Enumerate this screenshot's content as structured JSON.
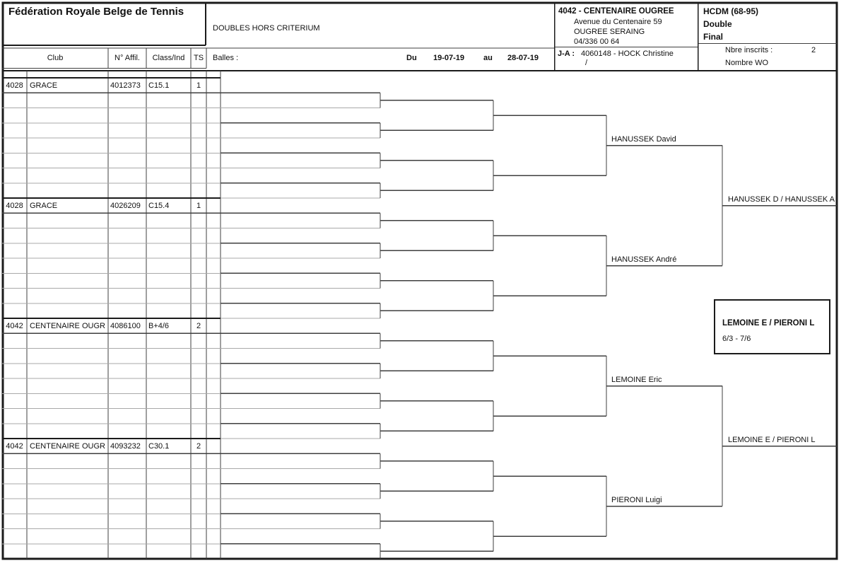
{
  "header": {
    "federation_title": "Fédération Royale Belge de Tennis",
    "event_title": "DOUBLES HORS CRITERIUM",
    "balles_label": "Balles :",
    "du_label": "Du",
    "date_from": "19-07-19",
    "au_label": "au",
    "date_to": "28-07-19",
    "club": {
      "code_name": "4042 - CENTENAIRE OUGREE",
      "address_line1": "Avenue du Centenaire 59",
      "address_line2": "OUGREE SERAING",
      "phone": "04/336 00 64",
      "ja_label": "J-A :",
      "ja_value": "4060148 - HOCK Christine",
      "ja_value_line2": "/"
    },
    "category": {
      "title": "HCDM (68-95)",
      "type": "Double",
      "round": "Final",
      "inscrits_label": "Nbre inscrits :",
      "inscrits_value": "2",
      "wo_label": "Nombre WO"
    }
  },
  "table": {
    "columns": [
      "Club",
      "N° Affil.",
      "Class/Ind",
      "TS"
    ]
  },
  "entries": [
    {
      "club_no": "4028",
      "club": "GRACE",
      "affiliation": "4012373",
      "classement": "C15.1",
      "ts": "1"
    },
    {
      "club_no": "4028",
      "club": "GRACE",
      "affiliation": "4026209",
      "classement": "C15.4",
      "ts": "1"
    },
    {
      "club_no": "4042",
      "club": "CENTENAIRE OUGR",
      "affiliation": "4086100",
      "classement": "B+4/6",
      "ts": "2"
    },
    {
      "club_no": "4042",
      "club": "CENTENAIRE OUGR",
      "affiliation": "4093232",
      "classement": "C30.1",
      "ts": "2"
    }
  ],
  "bracket": {
    "round3_names": [
      "HANUSSEK David",
      "HANUSSEK André",
      "LEMOINE Eric",
      "PIERONI Luigi"
    ],
    "final_names": [
      "HANUSSEK D / HANUSSEK A",
      "LEMOINE E / PIERONI L"
    ],
    "winner": {
      "name": "LEMOINE E / PIERONI L",
      "score": "6/3 - 7/6"
    }
  },
  "colors": {
    "page_border": "#1b1b1b",
    "bracket_line": "#3f3f3f",
    "grid_line": "#a9a9a9"
  }
}
